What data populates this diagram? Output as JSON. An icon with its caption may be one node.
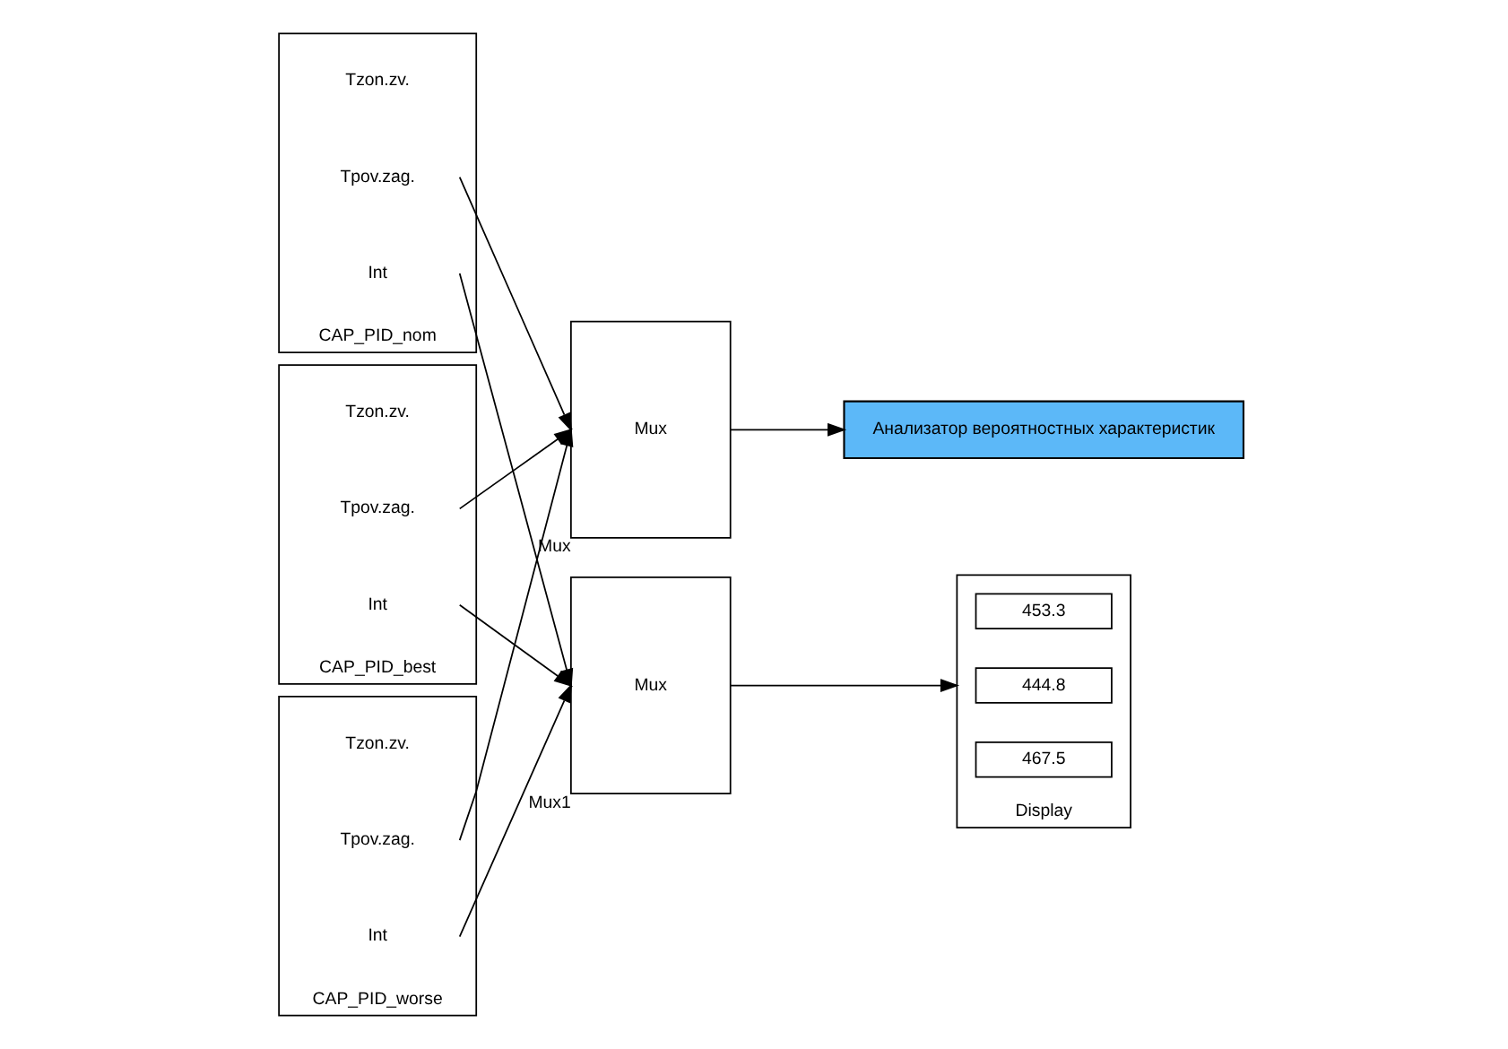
{
  "diagram": {
    "nodes": [
      {
        "text": [
          "CAP_PID_nom"
        ]
      },
      {
        "text": [
          "Tzon.zv."
        ],
        "in": 0
      },
      {
        "text": [
          "Tpov.zag."
        ],
        "in": 0
      },
      {
        "text": [
          "Int"
        ],
        "in": 0
      },
      {
        "text": [
          "Mux"
        ],
        "beside": [
          "Mux"
        ]
      },
      {
        "text": [
          "Анализатор вероятностных характеристик"
        ]
      },
      {
        "text": [
          "CAP_PID_best"
        ]
      },
      {
        "text": [
          "Tzon.zv."
        ],
        "in": 6
      },
      {
        "text": [
          "Tpov.zag."
        ],
        "in": 6
      },
      {
        "text": [
          "Int"
        ],
        "in": 6
      },
      {
        "text": [
          "Mux"
        ],
        "beside": [
          "Mux1"
        ]
      },
      {
        "text": [
          "Display"
        ]
      },
      {
        "text": [
          "453.3"
        ],
        "in": 11
      },
      {
        "text": [
          "444.8"
        ],
        "in": 11
      },
      {
        "text": [
          "467.5"
        ],
        "in": 11
      },
      {
        "text": [
          "CAP_PID_worse"
        ]
      },
      {
        "text": [
          "Tzon.zv."
        ],
        "in": 15
      },
      {
        "text": [
          "Tpov.zag."
        ],
        "in": 15
      },
      {
        "text": [
          "Int"
        ],
        "in": 15
      }
    ],
    "edges": [
      {
        "from": 2,
        "to": 4,
        "arrow": "to"
      },
      {
        "from": 8,
        "to": 4,
        "arrow": "to"
      },
      {
        "from": 17,
        "to": 4,
        "arrow": "to"
      },
      {
        "from": 4,
        "to": 5,
        "arrow": "to"
      },
      {
        "from": 3,
        "to": 10,
        "arrow": "to"
      },
      {
        "from": 9,
        "to": 10,
        "arrow": "to"
      },
      {
        "from": 18,
        "to": 10,
        "arrow": "to"
      },
      {
        "from": 10,
        "to": 11,
        "arrow": "to"
      }
    ]
  }
}
